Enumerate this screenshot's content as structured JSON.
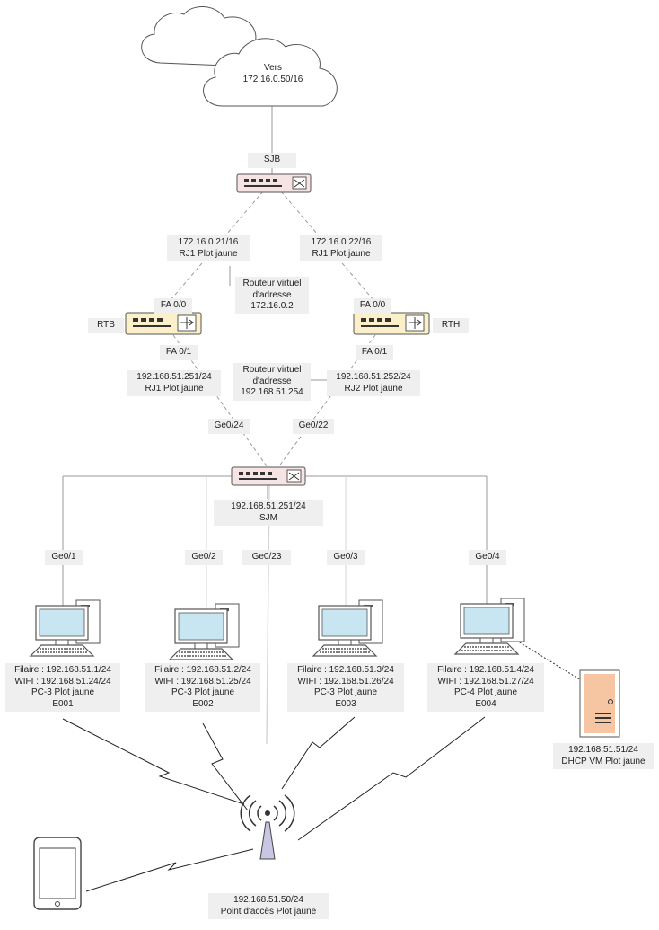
{
  "cloud": {
    "line1": "Vers",
    "line2": "172.16.0.50/16"
  },
  "switch_top": {
    "name": "SJB"
  },
  "link_left": {
    "ip": "172.16.0.21/16",
    "plug": "RJ1 Plot jaune"
  },
  "link_right": {
    "ip": "172.16.0.22/16",
    "plug": "RJ1 Plot jaune"
  },
  "vrouter_top": {
    "line1": "Routeur virtuel",
    "line2": "d'adresse",
    "line3": "172.16.0.2"
  },
  "router_left": {
    "name": "RTB",
    "port_up": "FA 0/0",
    "port_down": "FA 0/1"
  },
  "router_right": {
    "name": "RTH",
    "port_up": "FA 0/0",
    "port_down": "FA 0/1"
  },
  "link_left_lan": {
    "ip": "192.168.51.251/24",
    "plug": "RJ1 Plot jaune"
  },
  "link_right_lan": {
    "ip": "192.168.51.252/24",
    "plug": "RJ2 Plot jaune"
  },
  "vrouter_lan": {
    "line1": "Routeur virtuel",
    "line2": "d'adresse",
    "line3": "192.168.51.254"
  },
  "switch_ports": {
    "left": "Ge0/24",
    "right": "Ge0/22"
  },
  "switch_main": {
    "ip": "192.168.51.251/24",
    "name": "SJM"
  },
  "ports": {
    "p1": "Ge0/1",
    "p2": "Ge0/2",
    "p23": "Ge0/23",
    "p3": "Ge0/3",
    "p4": "Ge0/4"
  },
  "pcs": [
    {
      "wired": "Filaire : 192.168.51.1/24",
      "wifi": "WIFI : 192.168.51.24/24",
      "plug": "PC-3 Plot jaune",
      "id": "E001"
    },
    {
      "wired": "Filaire : 192.168.51.2/24",
      "wifi": "WIFI : 192.168.51.25/24",
      "plug": "PC-3 Plot jaune",
      "id": "E002"
    },
    {
      "wired": "Filaire : 192.168.51.3/24",
      "wifi": "WIFI : 192.168.51.26/24",
      "plug": "PC-3 Plot jaune",
      "id": "E003"
    },
    {
      "wired": "Filaire : 192.168.51.4/24",
      "wifi": "WIFI : 192.168.51.27/24",
      "plug": "PC-4 Plot jaune",
      "id": "E004"
    }
  ],
  "dhcp": {
    "ip": "192.168.51.51/24",
    "name": "DHCP VM Plot jaune"
  },
  "ap": {
    "ip": "192.168.51.50/24",
    "name": "Point d'accès Plot jaune"
  },
  "colors": {
    "line": "#9a9a9a",
    "switch_fill": "#f6e4e4",
    "router_fill": "#fbf0c9",
    "pc_screen": "#c7e6f2",
    "server_fill": "#f6c6a3",
    "ap_fill": "#c9c6e4",
    "label_bg": "#efefef"
  },
  "icons": [
    "cloud-icon",
    "switch-icon",
    "router-icon",
    "desktop-pc-icon",
    "server-icon",
    "wireless-ap-icon",
    "smartphone-icon"
  ]
}
